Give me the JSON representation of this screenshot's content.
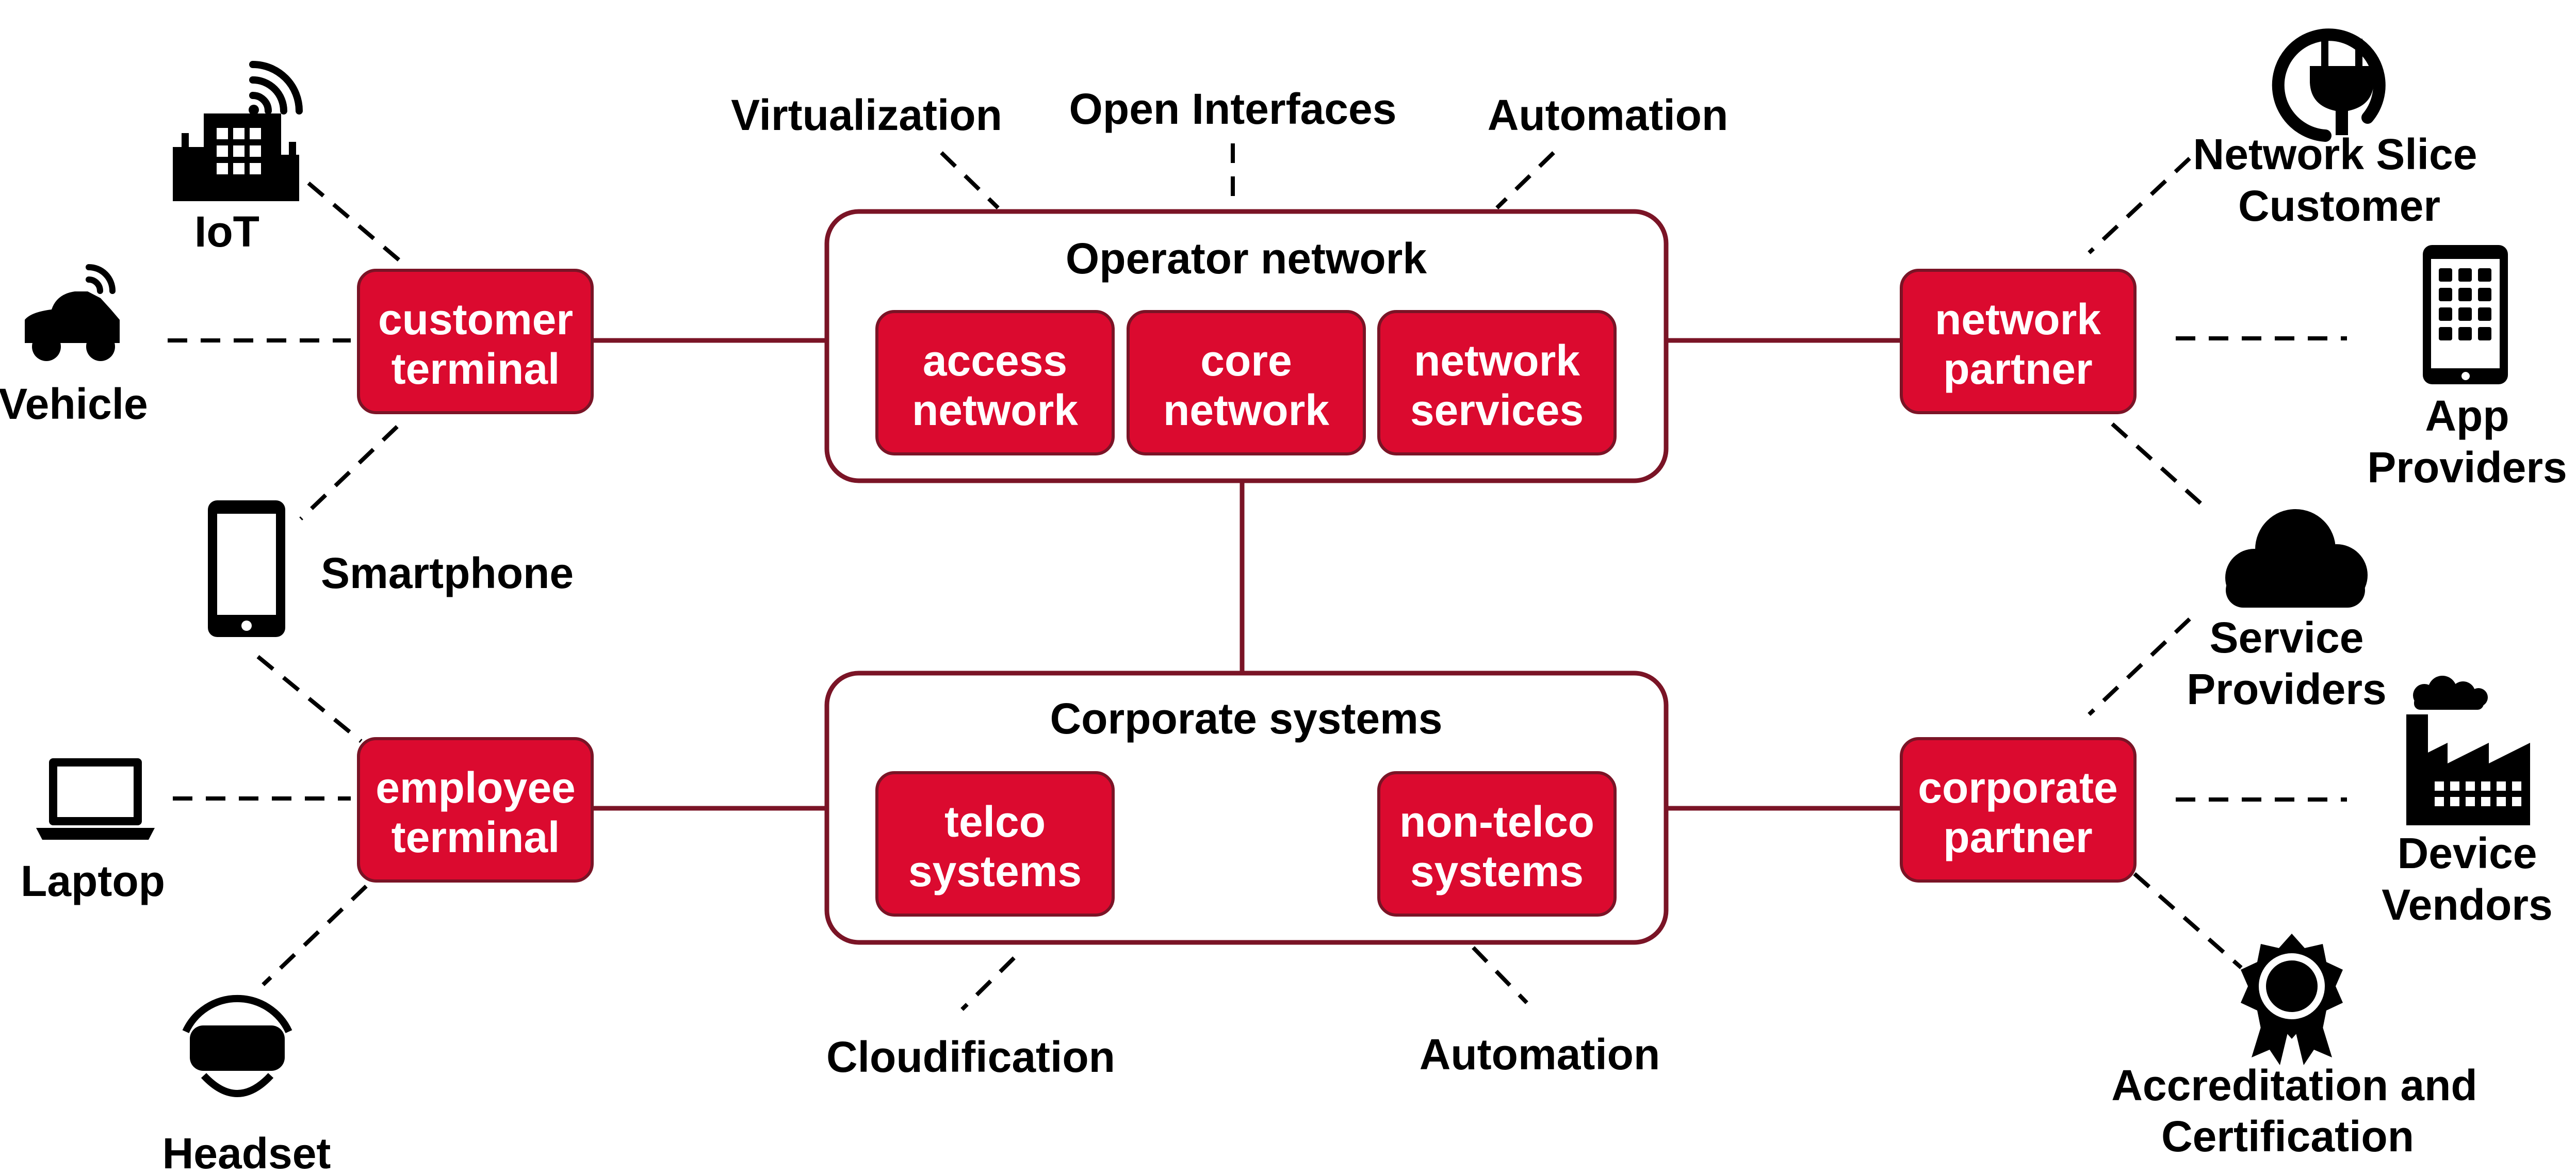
{
  "colors": {
    "accent": "#db0a2f",
    "border": "#7a1426",
    "text": "#000000",
    "box_text": "#ffffff"
  },
  "containers": {
    "operator_network": {
      "title": "Operator network"
    },
    "corporate_systems": {
      "title": "Corporate systems"
    }
  },
  "nodes": {
    "access_network": [
      "access",
      "network"
    ],
    "core_network": [
      "core",
      "network"
    ],
    "network_services": [
      "network",
      "services"
    ],
    "telco_systems": [
      "telco",
      "systems"
    ],
    "non_telco_systems": [
      "non-telco",
      "systems"
    ],
    "customer_terminal": [
      "customer",
      "terminal"
    ],
    "employee_terminal": [
      "employee",
      "terminal"
    ],
    "network_partner": [
      "network",
      "partner"
    ],
    "corporate_partner": [
      "corporate",
      "partner"
    ]
  },
  "top_labels": {
    "virtualization": "Virtualization",
    "open_interfaces": "Open Interfaces",
    "automation": "Automation"
  },
  "bottom_labels": {
    "cloudification": "Cloudification",
    "automation": "Automation"
  },
  "left_items": {
    "iot": {
      "label": [
        "IoT"
      ],
      "icon": "building-wifi-icon"
    },
    "vehicle": {
      "label": [
        "Vehicle"
      ],
      "icon": "connected-car-icon"
    },
    "smartphone": {
      "label": [
        "Smartphone"
      ],
      "icon": "smartphone-icon"
    },
    "laptop": {
      "label": [
        "Laptop"
      ],
      "icon": "laptop-icon"
    },
    "headset": {
      "label": [
        "Headset"
      ],
      "icon": "vr-headset-icon"
    }
  },
  "right_items": {
    "slice_customer": {
      "label": [
        "Network Slice",
        "Customer"
      ],
      "icon": "power-plug-icon"
    },
    "app_providers": {
      "label": [
        "App",
        "Providers"
      ],
      "icon": "tablet-icon"
    },
    "service_providers": {
      "label": [
        "Service",
        "Providers"
      ],
      "icon": "cloud-icon"
    },
    "device_vendors": {
      "label": [
        "Device",
        "Vendors"
      ],
      "icon": "factory-icon"
    },
    "accreditation": {
      "label": [
        "Accreditation and",
        "Certification"
      ],
      "icon": "certificate-seal-icon"
    }
  }
}
